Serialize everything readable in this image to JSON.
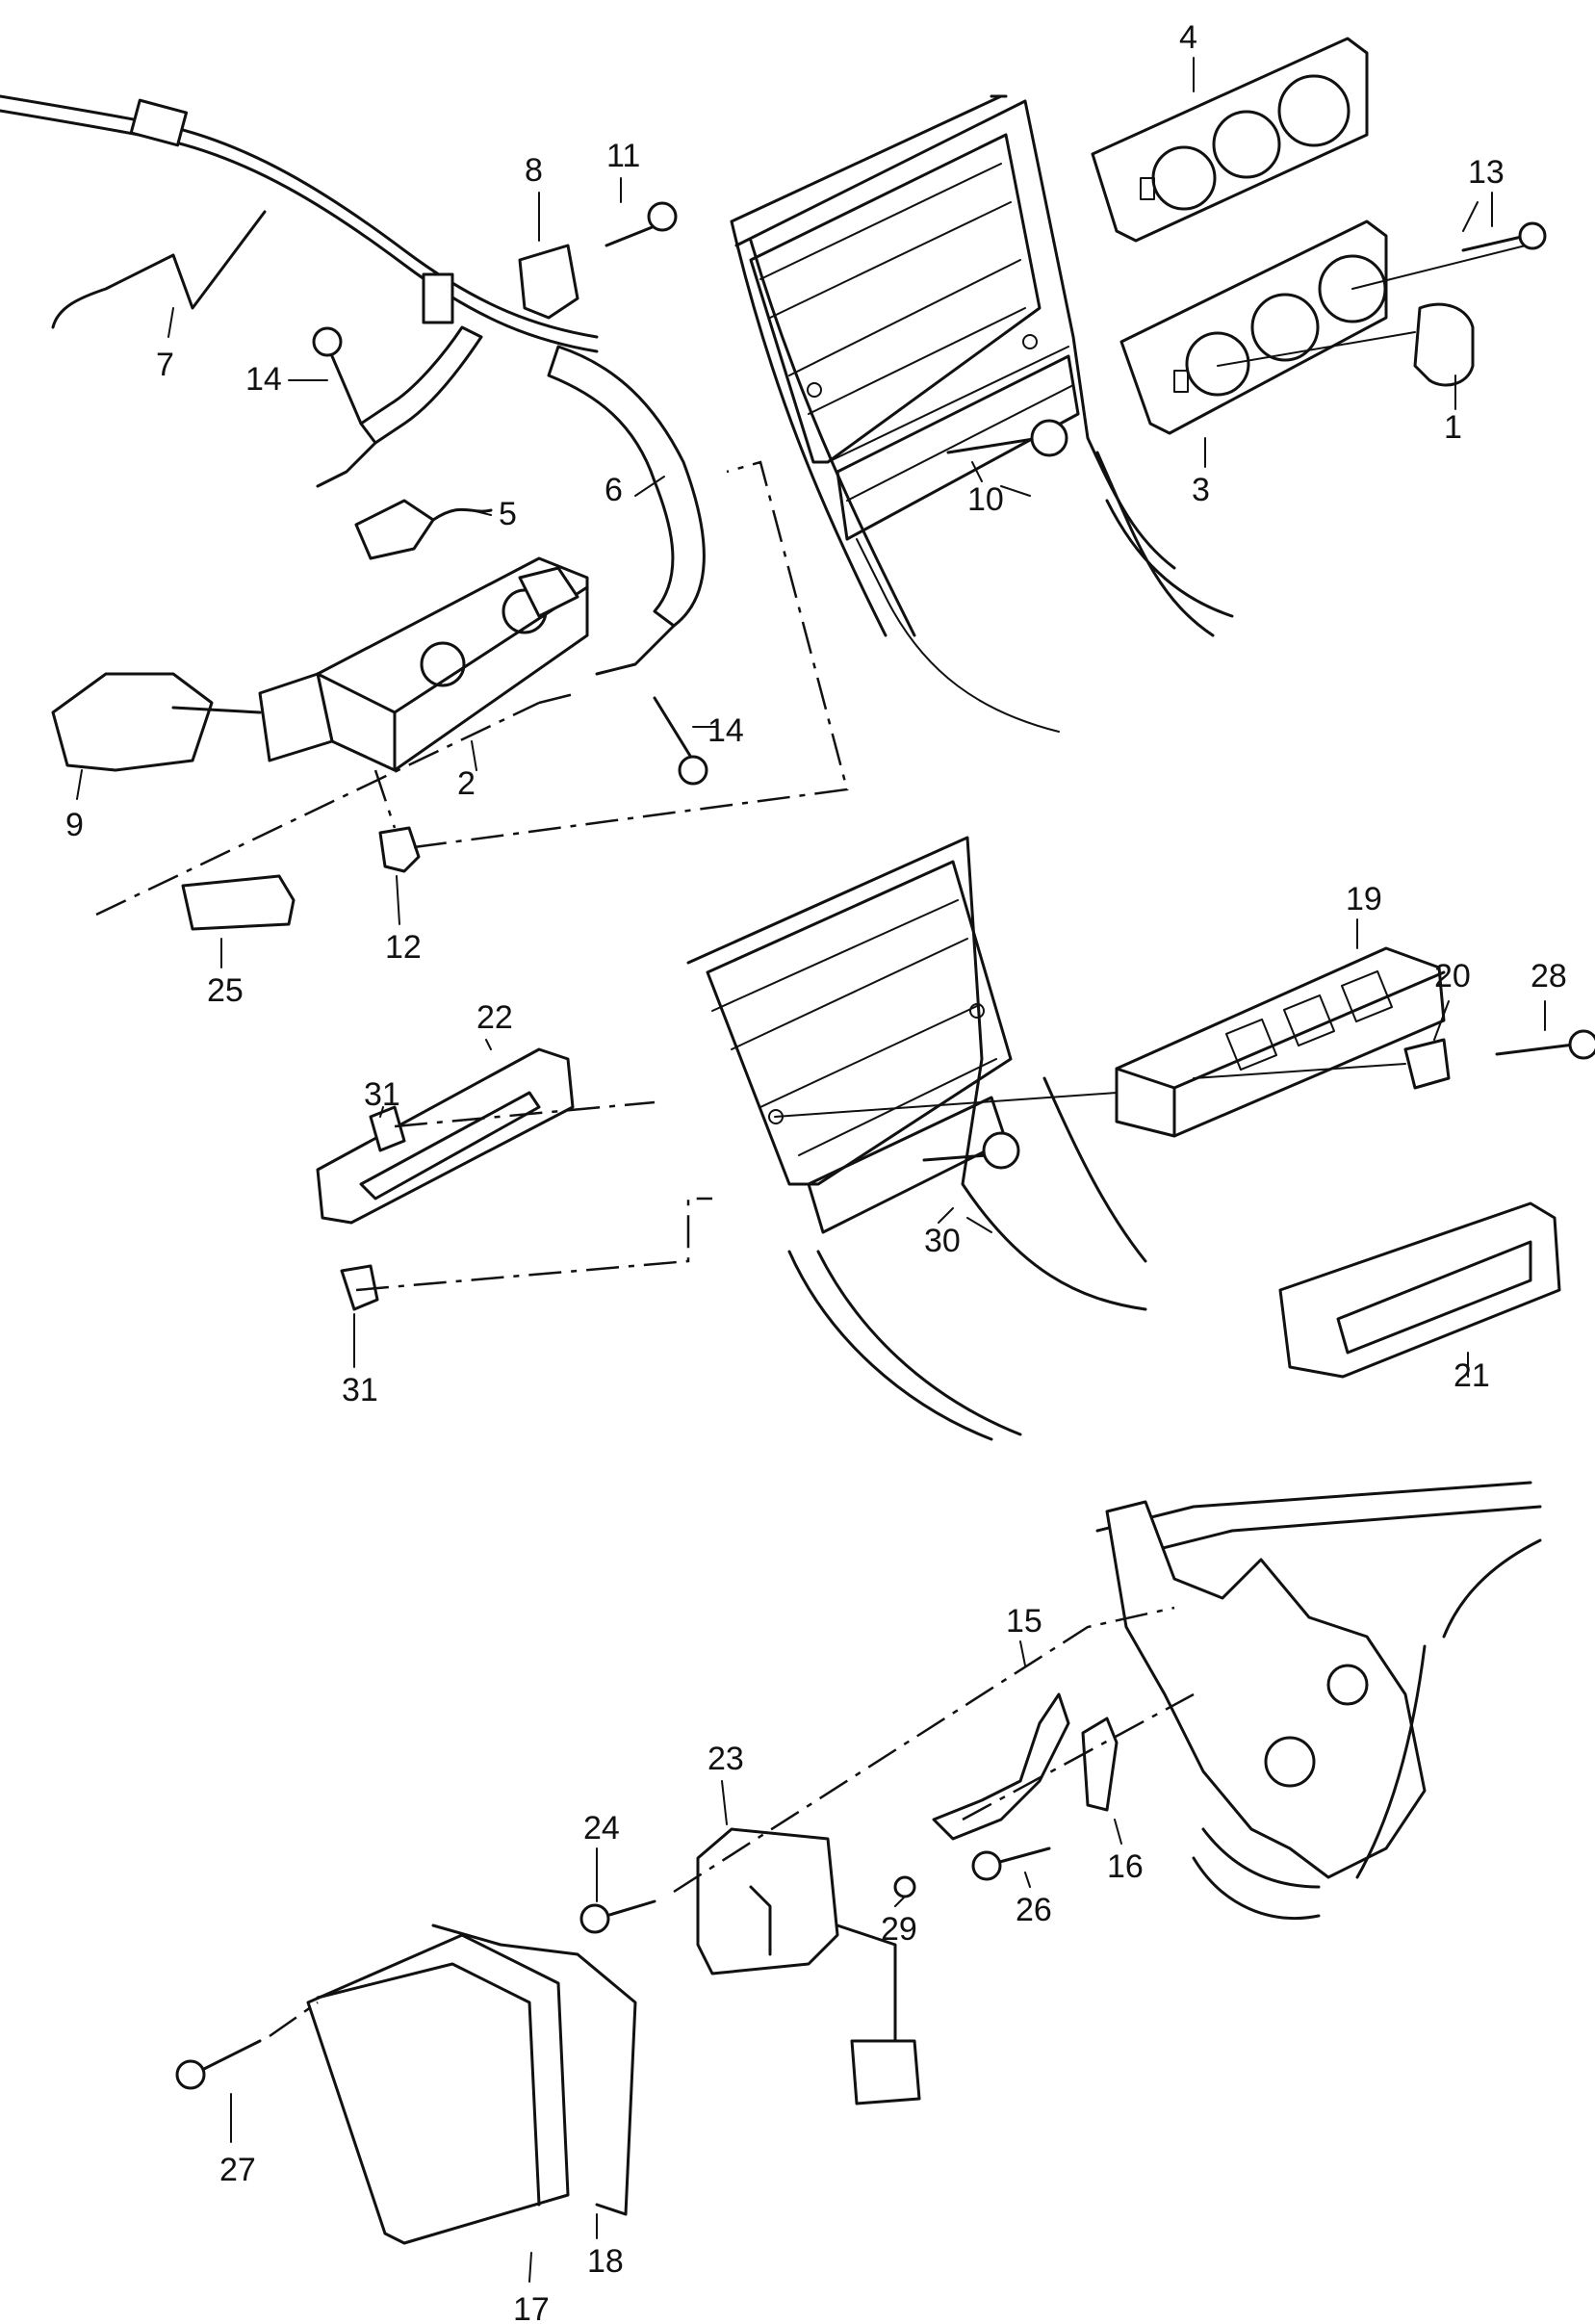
{
  "diagram": {
    "labels": [
      "1",
      "2",
      "3",
      "4",
      "5",
      "6",
      "7",
      "8",
      "9",
      "10",
      "11",
      "12",
      "13",
      "14",
      "14",
      "15",
      "16",
      "17",
      "18",
      "19",
      "20",
      "21",
      "22",
      "23",
      "24",
      "25",
      "26",
      "27",
      "28",
      "29",
      "30",
      "31",
      "31"
    ]
  }
}
